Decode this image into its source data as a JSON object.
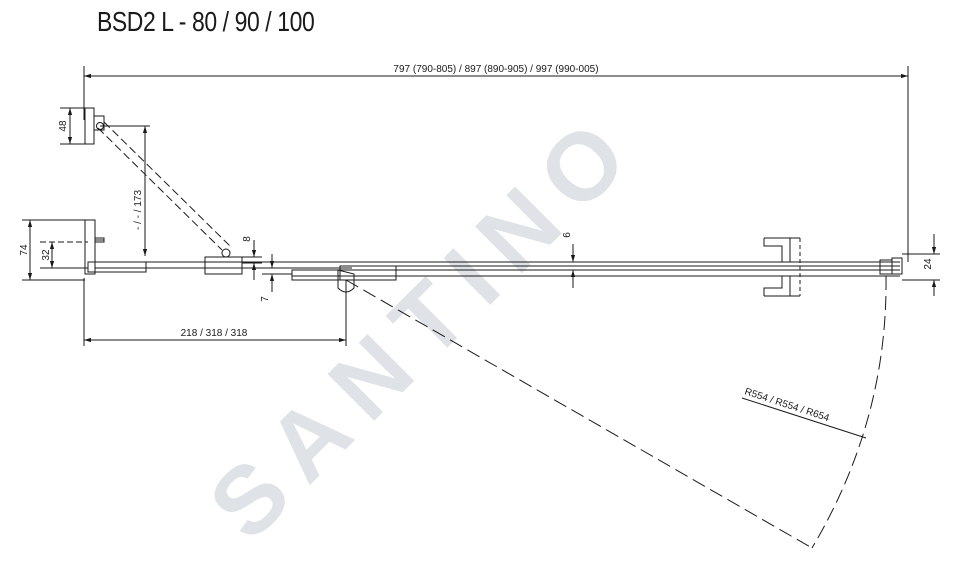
{
  "drawing": {
    "title": "BSD2 L - 80 / 90 / 100",
    "watermark": "SANTINO",
    "dimensions": {
      "total_width": "797 (790-805) / 897 (890-905) / 997 (990-005)",
      "offset_width": "218 / 318 / 318",
      "radius": "R554 / R554 / R654",
      "wall_profile_height": "74",
      "wall_profile_inner": "32",
      "hinge_depth": "48",
      "door_arm": "- / - / 173",
      "glass_gap": "8",
      "glass_offset": "7",
      "glass_thickness": "6",
      "end_profile": "24"
    }
  }
}
